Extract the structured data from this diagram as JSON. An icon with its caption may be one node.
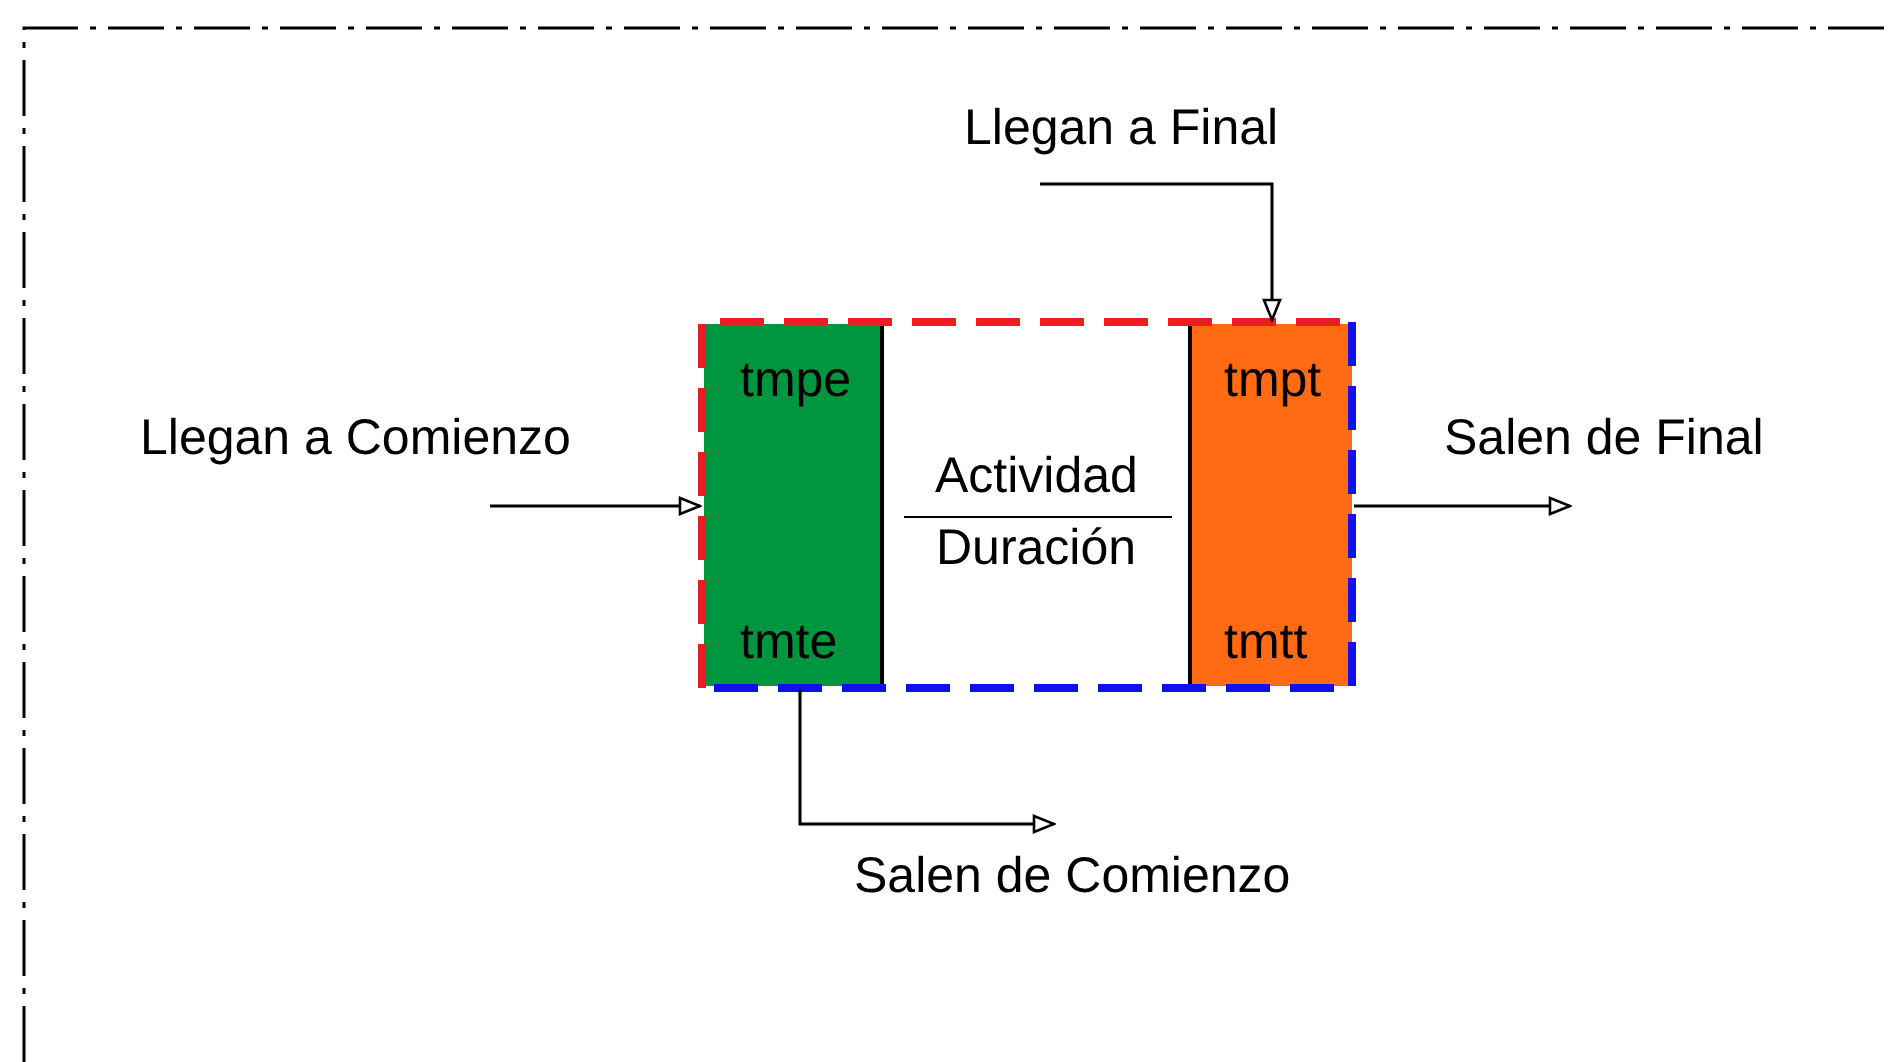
{
  "diagram": {
    "nodes": [
      {
        "text": [
          "Llegan a Final"
        ]
      },
      {
        "text": [
          "Actividad",
          "Duración"
        ]
      },
      {
        "text": [
          "tmpe",
          "tmte"
        ],
        "in": 1
      },
      {
        "text": [
          "tmpt",
          "tmtt"
        ],
        "in": 1
      },
      {
        "text": [
          "Llegan a Comienzo"
        ]
      },
      {
        "text": [
          "Salen de Final"
        ]
      },
      {
        "text": [
          "Salen de Comienzo"
        ]
      }
    ],
    "edges": [
      {
        "from": 4,
        "to": 2,
        "arrow": "to"
      },
      {
        "from": 0,
        "to": 3,
        "arrow": "to"
      },
      {
        "from": 3,
        "to": 5,
        "arrow": "to"
      },
      {
        "from": 2,
        "to": 6,
        "arrow": "to"
      }
    ]
  }
}
